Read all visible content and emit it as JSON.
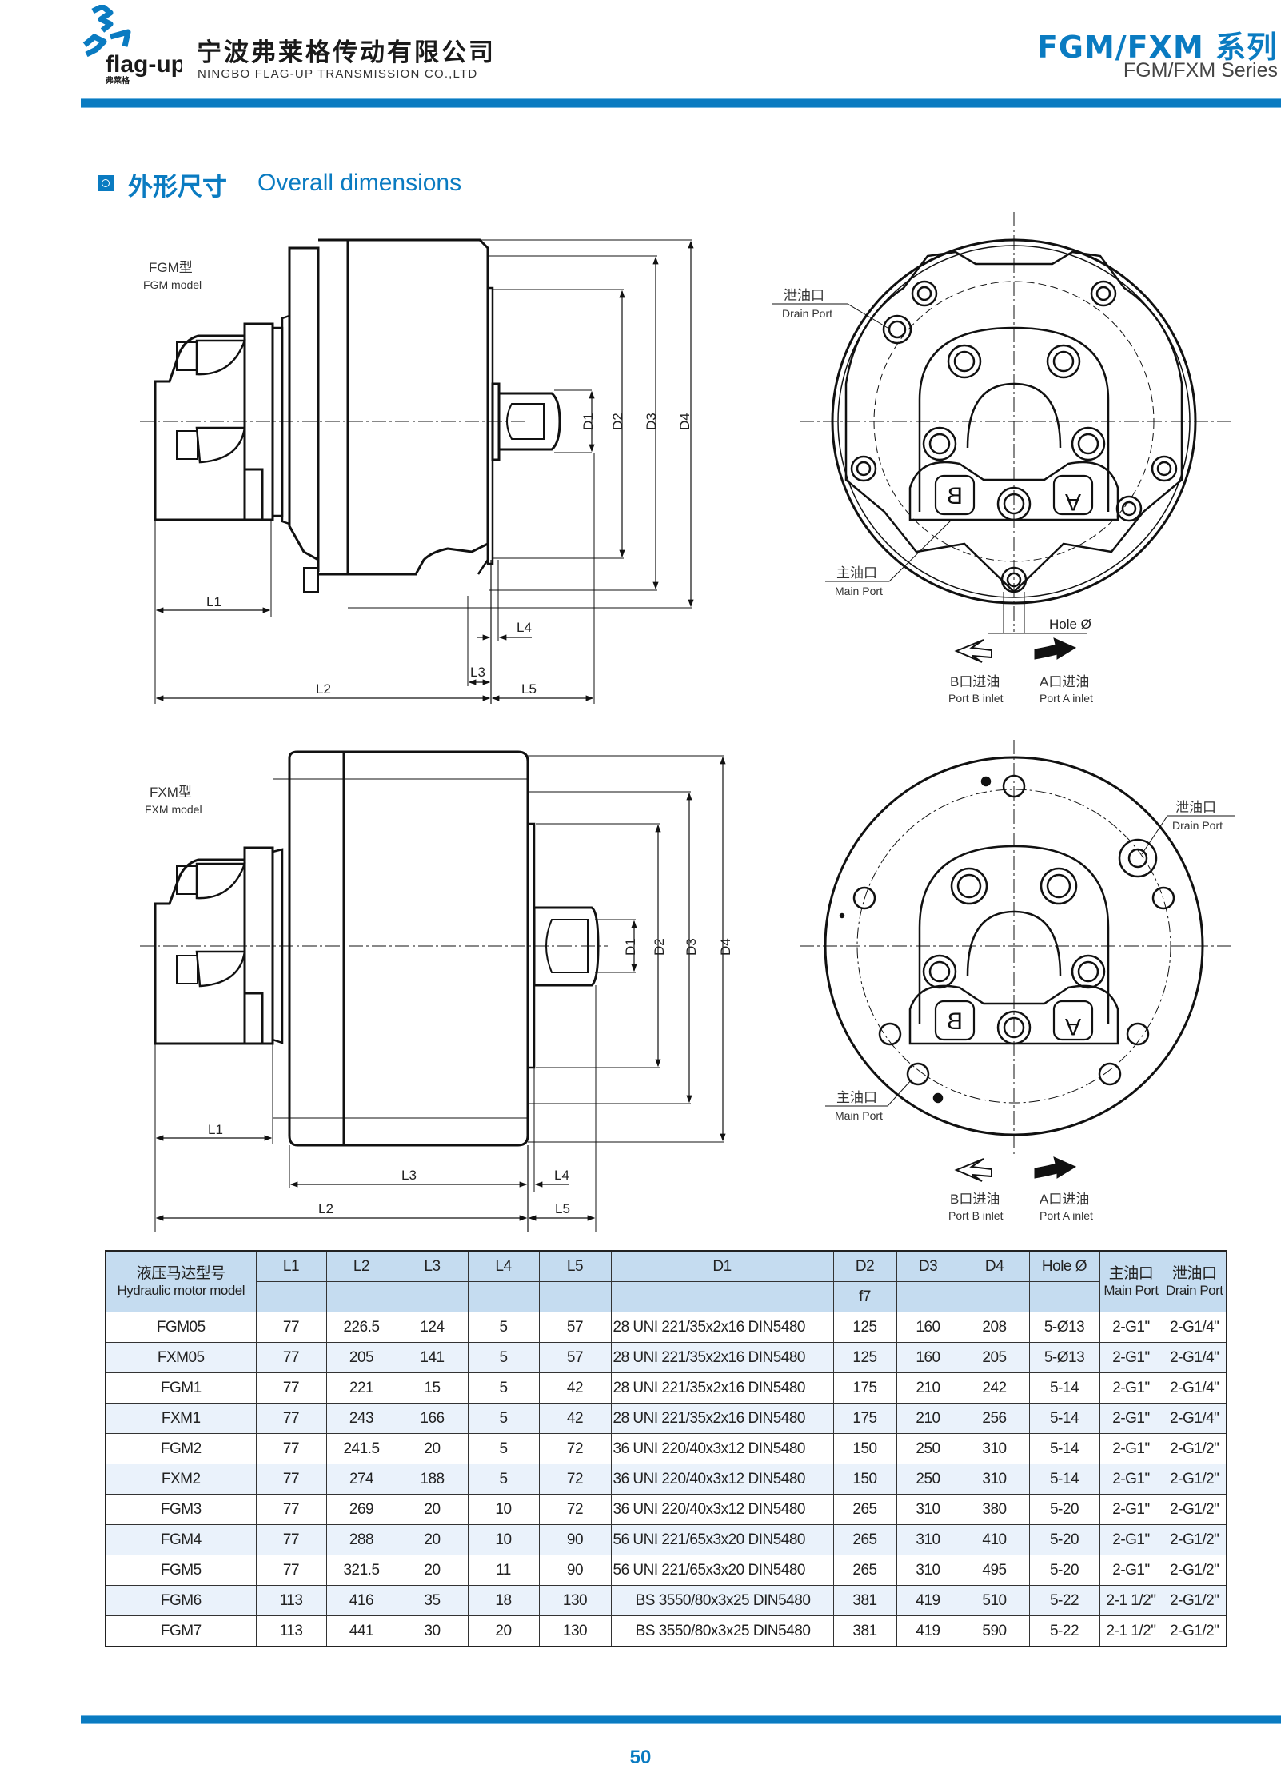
{
  "header": {
    "logo_text": "flag-up",
    "logo_sub": "弗莱格",
    "company_cn": "宁波弗莱格传动有限公司",
    "company_en": "NINGBO FLAG-UP TRANSMISSION CO.,LTD",
    "series_cn": "FGM/FXM 系列",
    "series_en": "FGM/FXM Series",
    "brand_color": "#0a7bc1"
  },
  "section": {
    "icon": "square-circle-bullet-icon",
    "title_cn": "外形尺寸",
    "title_en": "Overall dimensions"
  },
  "drawings": {
    "fgm": {
      "model_cn": "FGM型",
      "model_en": "FGM model",
      "dims": [
        "L1",
        "L2",
        "L3",
        "L4",
        "L5",
        "D1",
        "D2",
        "D3",
        "D4"
      ],
      "front": {
        "drain_cn": "泄油口",
        "drain_en": "Drain Port",
        "main_cn": "主油口",
        "main_en": "Main Port",
        "hole_label": "Hole Ø",
        "port_b_cn": "B口进油",
        "port_b_en": "Port B inlet",
        "port_a_cn": "A口进油",
        "port_a_en": "Port A inlet",
        "port_b_mark": "B",
        "port_a_mark": "A"
      }
    },
    "fxm": {
      "model_cn": "FXM型",
      "model_en": "FXM model",
      "dims": [
        "L1",
        "L2",
        "L3",
        "L4",
        "L5",
        "D1",
        "D2",
        "D3",
        "D4"
      ],
      "front": {
        "drain_cn": "泄油口",
        "drain_en": "Drain Port",
        "main_cn": "主油口",
        "main_en": "Main Port",
        "port_b_cn": "B口进油",
        "port_b_en": "Port B inlet",
        "port_a_cn": "A口进油",
        "port_a_en": "Port A inlet",
        "port_b_mark": "B",
        "port_a_mark": "A"
      }
    }
  },
  "table": {
    "header": {
      "model_cn": "液压马达型号",
      "model_en": "Hydraulic motor model",
      "cols": [
        "L1",
        "L2",
        "L3",
        "L4",
        "L5",
        "D1",
        "D2",
        "D3",
        "D4",
        "Hole Ø"
      ],
      "d2_tolerance": "f7",
      "main_port_cn": "主油口",
      "main_port_en": "Main Port",
      "drain_port_cn": "泄油口",
      "drain_port_en": "Drain Port"
    },
    "rows": [
      [
        "FGM05",
        "77",
        "226.5",
        "124",
        "5",
        "57",
        "28 UNI 221/35x2x16 DIN5480",
        "125",
        "160",
        "208",
        "5-Ø13",
        "2-G1\"",
        "2-G1/4\""
      ],
      [
        "FXM05",
        "77",
        "205",
        "141",
        "5",
        "57",
        "28 UNI 221/35x2x16 DIN5480",
        "125",
        "160",
        "205",
        "5-Ø13",
        "2-G1\"",
        "2-G1/4\""
      ],
      [
        "FGM1",
        "77",
        "221",
        "15",
        "5",
        "42",
        "28 UNI 221/35x2x16 DIN5480",
        "175",
        "210",
        "242",
        "5-14",
        "2-G1\"",
        "2-G1/4\""
      ],
      [
        "FXM1",
        "77",
        "243",
        "166",
        "5",
        "42",
        "28 UNI 221/35x2x16 DIN5480",
        "175",
        "210",
        "256",
        "5-14",
        "2-G1\"",
        "2-G1/4\""
      ],
      [
        "FGM2",
        "77",
        "241.5",
        "20",
        "5",
        "72",
        "36 UNI 220/40x3x12 DIN5480",
        "150",
        "250",
        "310",
        "5-14",
        "2-G1\"",
        "2-G1/2\""
      ],
      [
        "FXM2",
        "77",
        "274",
        "188",
        "5",
        "72",
        "36 UNI 220/40x3x12 DIN5480",
        "150",
        "250",
        "310",
        "5-14",
        "2-G1\"",
        "2-G1/2\""
      ],
      [
        "FGM3",
        "77",
        "269",
        "20",
        "10",
        "72",
        "36 UNI 220/40x3x12 DIN5480",
        "265",
        "310",
        "380",
        "5-20",
        "2-G1\"",
        "2-G1/2\""
      ],
      [
        "FGM4",
        "77",
        "288",
        "20",
        "10",
        "90",
        "56 UNI 221/65x3x20 DIN5480",
        "265",
        "310",
        "410",
        "5-20",
        "2-G1\"",
        "2-G1/2\""
      ],
      [
        "FGM5",
        "77",
        "321.5",
        "20",
        "11",
        "90",
        "56 UNI 221/65x3x20 DIN5480",
        "265",
        "310",
        "495",
        "5-20",
        "2-G1\"",
        "2-G1/2\""
      ],
      [
        "FGM6",
        "113",
        "416",
        "35",
        "18",
        "130",
        "BS 3550/80x3x25 DIN5480",
        "381",
        "419",
        "510",
        "5-22",
        "2-1 1/2\"",
        "2-G1/2\""
      ],
      [
        "FGM7",
        "113",
        "441",
        "30",
        "20",
        "130",
        "BS 3550/80x3x25 DIN5480",
        "381",
        "419",
        "590",
        "5-22",
        "2-1 1/2\"",
        "2-G1/2\""
      ]
    ]
  },
  "footer": {
    "page_number": "50"
  }
}
